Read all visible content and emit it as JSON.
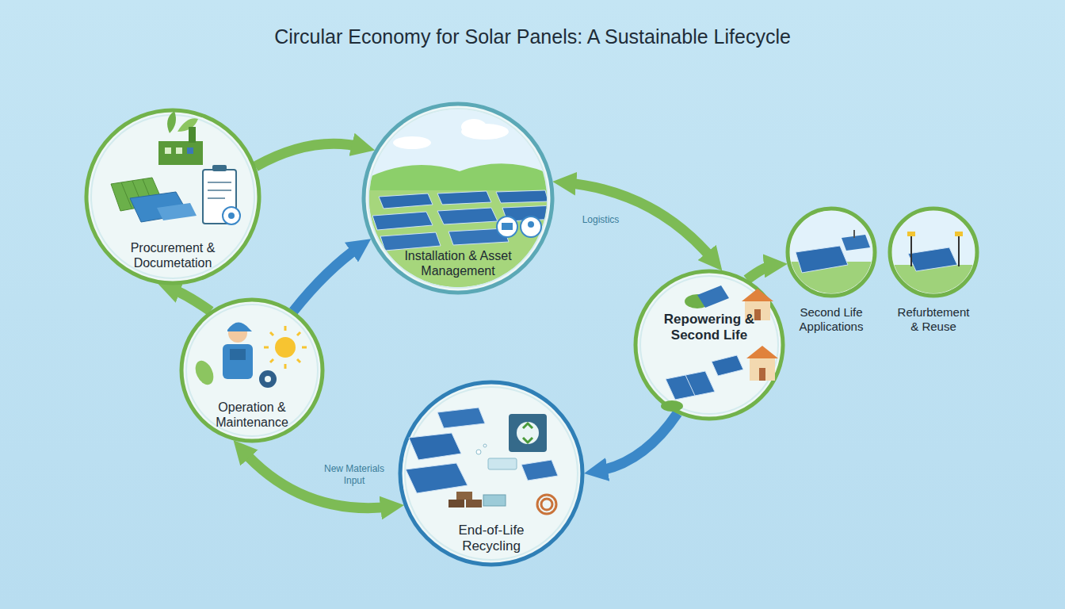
{
  "diagram": {
    "title": "Circular Economy for Solar Panels: A Sustainable Lifecycle",
    "nodes": [
      {
        "text": [
          "Procurement & Documetation"
        ]
      },
      {
        "text": [
          "Installation & Asset Management"
        ]
      },
      {
        "text": [
          "Repowering & Second Life"
        ]
      },
      {
        "text": [
          "Second Life Applications"
        ]
      },
      {
        "text": [
          "Refurbtement & Reuse"
        ]
      },
      {
        "text": [
          "Operation & Maintenance"
        ]
      },
      {
        "text": [
          "End-of-Life Recycling"
        ]
      }
    ],
    "edges": [
      {
        "from": 0,
        "to": 1,
        "arrow": "to"
      },
      {
        "from": 1,
        "to": 2,
        "label": "Logistics",
        "arrow": "both"
      },
      {
        "from": 2,
        "to": 3,
        "arrow": "to"
      },
      {
        "from": 2,
        "to": 6,
        "arrow": "to"
      },
      {
        "from": 6,
        "to": 5,
        "label": "New Materials Input",
        "arrow": "both"
      },
      {
        "from": 5,
        "to": 1,
        "arrow": "to"
      },
      {
        "from": 5,
        "to": 0,
        "arrow": "to"
      }
    ]
  }
}
